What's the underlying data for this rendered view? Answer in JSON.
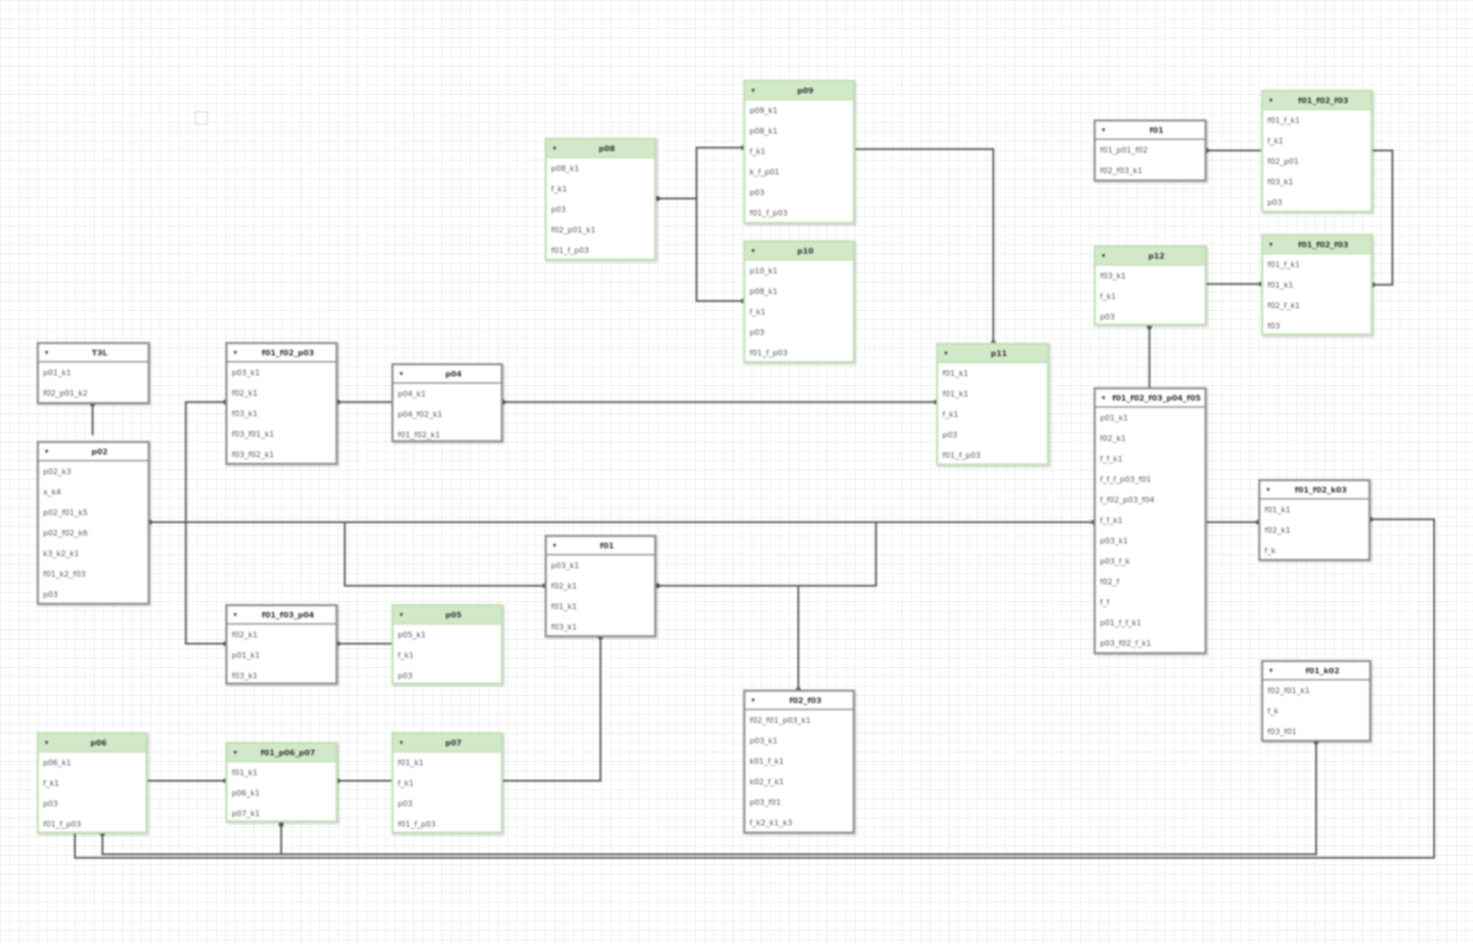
{
  "diagram": {
    "tables": [
      {
        "key": "t1",
        "title": "T3L",
        "green": false,
        "fields": [
          "p01_k1",
          "f02_p01_k2"
        ]
      },
      {
        "key": "t2",
        "title": "p02",
        "green": false,
        "fields": [
          "p02_k3",
          "x_k4",
          "p02_f01_k5",
          "p02_f02_k6",
          "k3_k2_k1",
          "f01_k2_f03",
          "p03"
        ]
      },
      {
        "key": "t3",
        "title": "f01_f02_p03",
        "green": false,
        "fields": [
          "p03_k1",
          "f02_k1",
          "f03_k1",
          "f03_f01_k1",
          "f03_f02_k1"
        ]
      },
      {
        "key": "t4",
        "title": "p04",
        "green": false,
        "fields": [
          "p04_k1",
          "p04_f02_k1",
          "f01_f02_k1"
        ]
      },
      {
        "key": "t5",
        "title": "f01_f03_p04",
        "green": false,
        "fields": [
          "f02_k1",
          "p01_k1",
          "f03_k1"
        ]
      },
      {
        "key": "t6",
        "title": "p05",
        "green": true,
        "fields": [
          "p05_k1",
          "f_k1",
          "p03"
        ]
      },
      {
        "key": "t7",
        "title": "p06",
        "green": true,
        "fields": [
          "p06_k1",
          "f_k1",
          "p03",
          "f01_f_p03"
        ]
      },
      {
        "key": "t8",
        "title": "f01_p06_p07",
        "green": true,
        "fields": [
          "f01_k1",
          "p06_k1",
          "p07_k1"
        ]
      },
      {
        "key": "t9",
        "title": "p07",
        "green": true,
        "fields": [
          "f01_k1",
          "f_k1",
          "p03",
          "f01_f_p03"
        ]
      },
      {
        "key": "t10",
        "title": "p08",
        "green": true,
        "fields": [
          "p08_k1",
          "f_k1",
          "p03",
          "f02_p01_k1",
          "f01_f_p03"
        ]
      },
      {
        "key": "t11",
        "title": "p09",
        "green": true,
        "fields": [
          "p09_k1",
          "p08_k1",
          "f_k1",
          "k_f_p01",
          "p03",
          "f01_f_p03"
        ]
      },
      {
        "key": "t12",
        "title": "p10",
        "green": true,
        "fields": [
          "p10_k1",
          "p08_k1",
          "f_k1",
          "p03",
          "f01_f_p03"
        ]
      },
      {
        "key": "t13",
        "title": "f01",
        "green": false,
        "fields": [
          "p03_k1",
          "f02_k1",
          "f01_k1",
          "f03_k1"
        ]
      },
      {
        "key": "t14",
        "title": "f02_f03",
        "green": false,
        "fields": [
          "f02_f01_p03_k1",
          "p03_k1",
          "k01_f_k1",
          "k02_f_k1",
          "p03_f01",
          "f_k2_k1_k3"
        ]
      },
      {
        "key": "t15",
        "title": "p11",
        "green": true,
        "fields": [
          "f01_k1",
          "f01_k1",
          "f_k1",
          "p03",
          "f01_f_p03"
        ]
      },
      {
        "key": "t16",
        "title": "f01",
        "green": false,
        "fields": [
          "f01_p01_f02",
          "f02_f03_k1"
        ]
      },
      {
        "key": "t17",
        "title": "p12",
        "green": true,
        "fields": [
          "f03_k1",
          "f_k1",
          "p03"
        ]
      },
      {
        "key": "t18",
        "title": "f01_f02_f03_p04_f05",
        "green": false,
        "fields": [
          "p01_k1",
          "f02_k1",
          "f_f_k1",
          "f_f_f_p03_f01",
          "f_f02_p03_f04",
          "f_f_k1",
          "p03_k1",
          "p03_f_k",
          "f02_f",
          "f_f",
          "p01_f_f_k1",
          "p03_f02_f_k1"
        ]
      },
      {
        "key": "t19",
        "title": "f01_f02_f03",
        "green": true,
        "fields": [
          "f01_f_k1",
          "f_k1",
          "f02_p01",
          "f03_k1",
          "p03"
        ]
      },
      {
        "key": "t20",
        "title": "f01_f02_f03",
        "green": true,
        "fields": [
          "f01_f_k1",
          "f01_k1",
          "f02_f_k1",
          "f03"
        ]
      },
      {
        "key": "t21",
        "title": "f01_f02_k03",
        "green": false,
        "fields": [
          "f01_k1",
          "f02_k1",
          "f_k"
        ]
      },
      {
        "key": "t22",
        "title": "f01_k02",
        "green": false,
        "fields": [
          "f02_f01_k1",
          "f_k",
          "f03_f01"
        ]
      }
    ]
  }
}
